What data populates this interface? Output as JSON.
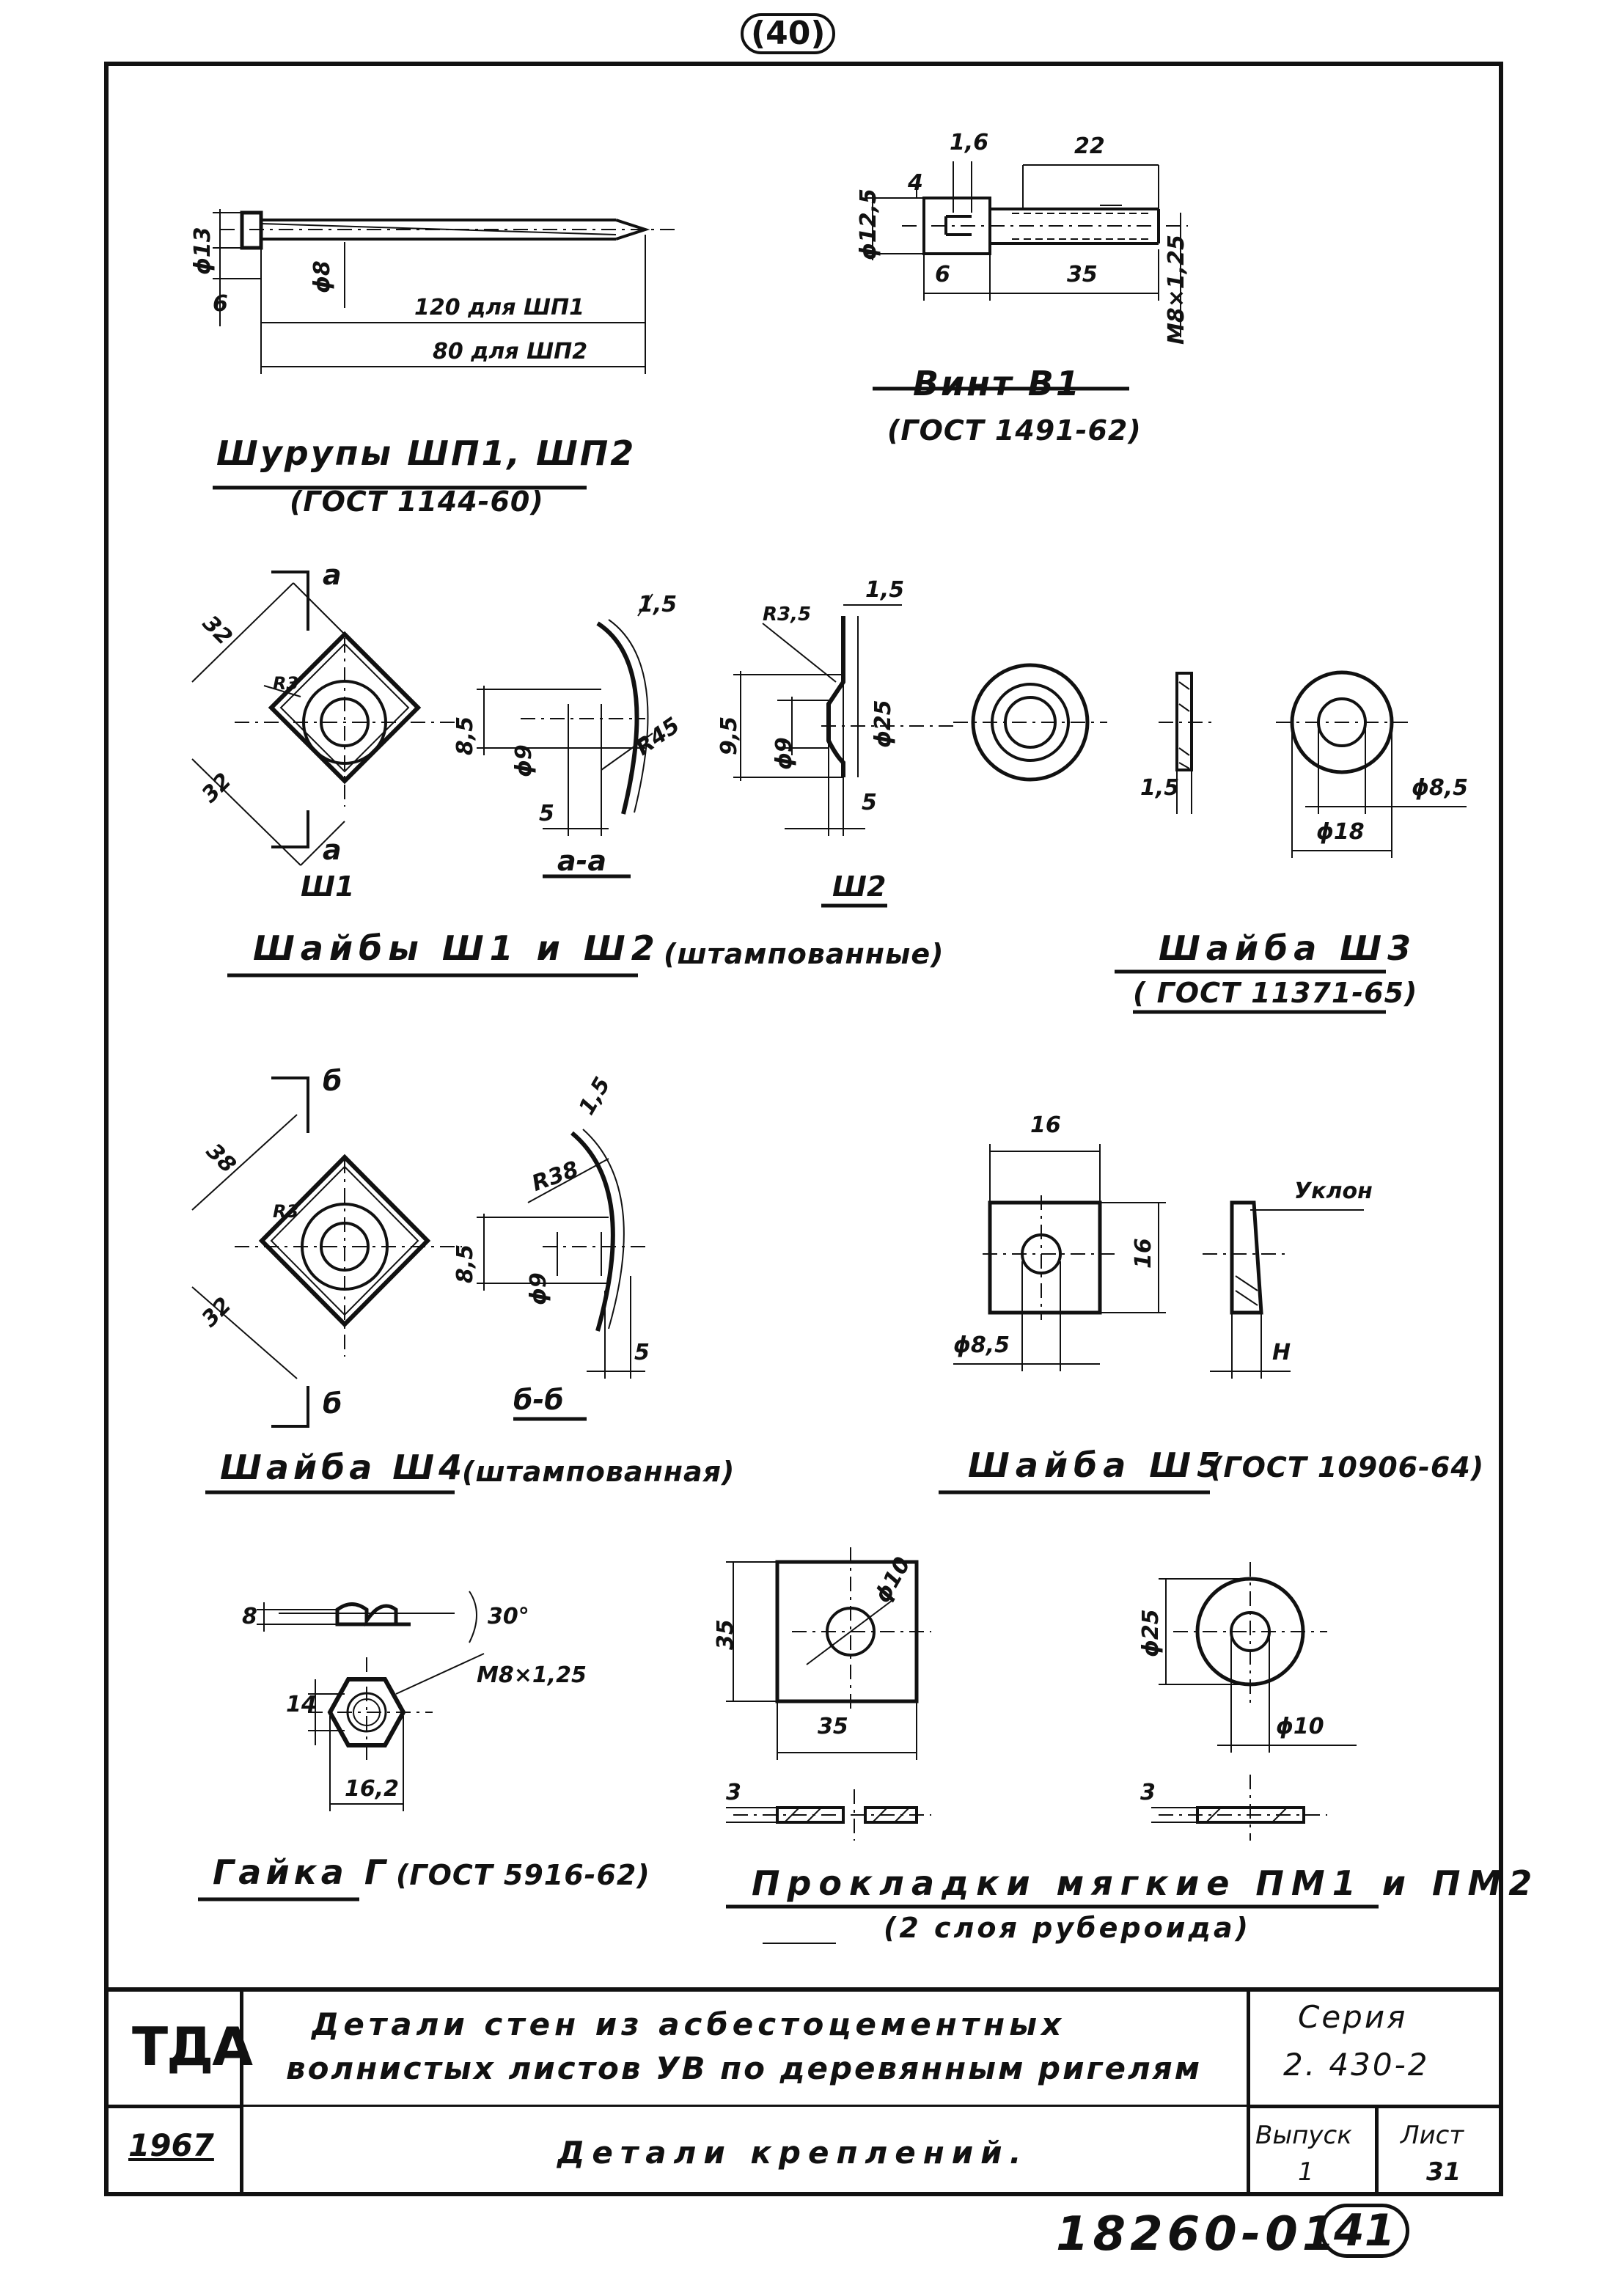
{
  "sheet_mark": "(40)",
  "bottom_code": "18260-01",
  "bottom_circle": "41",
  "items": {
    "screws": {
      "title": "Шурупы ШП1, ШП2",
      "standard": "(ГОСТ 1144-60)",
      "dims": {
        "head_dia": "ϕ13",
        "head_h": "6",
        "shank": "ϕ8",
        "len1": "120 для ШП1",
        "len2": "80 для ШП2"
      }
    },
    "screw_b1": {
      "title": "Винт В1",
      "standard": "(ГОСТ 1491-62)",
      "dims": {
        "d1": "1,6",
        "d2": "4",
        "d3": "22",
        "head_dia": "ϕ12,5",
        "head_h": "6",
        "len": "35",
        "thread": "М8×1,25"
      }
    },
    "washers_w1_w2": {
      "title": "Шайбы Ш1 и Ш2",
      "note": "(штампованные)",
      "w1_label": "Ш1",
      "w1_section": "а-а",
      "w2_label": "Ш2",
      "cut_label": "а",
      "w1_dims": {
        "side1": "32",
        "side2": "32",
        "r": "R3",
        "t": "1,5",
        "h": "8,5",
        "dia": "ϕ9",
        "base": "5",
        "radius": "R45"
      },
      "w2_dims": {
        "r": "R3,5",
        "t": "1,5",
        "h": "9,5",
        "dia": "ϕ9",
        "dia2": "ϕ25",
        "base": "5"
      }
    },
    "washer_w3": {
      "title": "Шайба Ш3",
      "standard": "( ГОСТ 11371-65)",
      "dims": {
        "t": "1,5",
        "dia_in": "ϕ8,5",
        "dia_out": "ϕ18"
      }
    },
    "washer_w4": {
      "title": "Шайба Ш4",
      "note": "(штампованная)",
      "section": "б-б",
      "cut_label": "б",
      "dims": {
        "side1": "38",
        "side2": "32",
        "r": "R3",
        "t": "1,5",
        "radius": "R38",
        "h": "8,5",
        "dia": "ϕ9",
        "base": "5"
      }
    },
    "washer_w5": {
      "title": "Шайба Ш5",
      "standard": "(ГОСТ 10906-64)",
      "dims": {
        "w": "16",
        "h": "16",
        "dia": "ϕ8,5",
        "slope": "Уклон",
        "thick": "Н"
      }
    },
    "nut": {
      "title": "Гайка Г",
      "standard": "(ГОСТ 5916-62)",
      "dims": {
        "h": "8",
        "angle": "30°",
        "thread": "М8×1,25",
        "s": "14",
        "w": "16,2"
      }
    },
    "gaskets": {
      "title": "Прокладки мягкие ПМ1 и ПМ2",
      "note": "(2 слоя рубероида)",
      "pm1": {
        "h": "35",
        "w": "35",
        "dia": "ϕ10",
        "t": "3"
      },
      "pm2": {
        "dia": "ϕ25",
        "hole": "ϕ10",
        "t": "3"
      }
    }
  },
  "title_block": {
    "org": "ТДА",
    "year": "1967",
    "title_line1": "Детали стен из асбестоцементных",
    "title_line2": "волнистых листов УВ по деревянным ригелям",
    "subtitle": "Детали креплений.",
    "series_label": "Серия",
    "series_value": "2. 430-2",
    "issue_label": "Выпуск",
    "issue_value": "1",
    "sheet_label": "Лист",
    "sheet_value": "31"
  }
}
